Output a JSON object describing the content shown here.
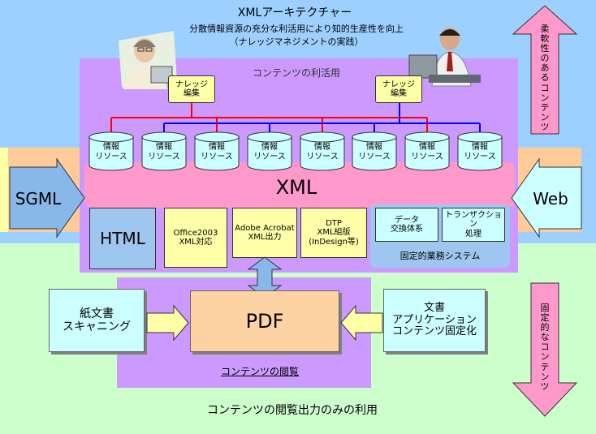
{
  "title": "XMLアーキテクチャー",
  "subtitle": "分散情報資源の充分な利活用により知的生産性を向上",
  "subtitle2": "（ナレッジマネジメントの実践）",
  "utilization_label": "コンテンツの利活用",
  "knowledge_editing": [
    "ナレッジ\n編集",
    "ナレッジ\n編集"
  ],
  "info_resources": [
    "情報\nリソース",
    "情報\nリソース",
    "情報\nリソース",
    "情報\nリソース",
    "情報\nリソース",
    "情報\nリソース",
    "情報\nリソース",
    "情報\nリソース"
  ],
  "xml_label": "XML",
  "sgml_label": "SGML",
  "web_label": "Web",
  "outputs": {
    "html": "HTML",
    "office": "Office2003\nXML対応",
    "acrobat": "Adobe Acrobat\nXML出力",
    "dtp": "DTP\nXML組版\n(InDesign等)",
    "data_exchange": "データ\n交換体系",
    "transaction": "トランザクション\n処理"
  },
  "fixed_business": "固定的業務システム",
  "pdf_label": "PDF",
  "paper_scan": "紙文書\nスキャニング",
  "doc_app": "文書\nアプリケーション\nコンテンツ固定化",
  "viewing_label": "コンテンツの閲覧",
  "bottom_label": "コンテンツの閲覧出力のみの利用",
  "flexible_label": "柔\n軟\n性\nの\nあ\nる\nコ\nン\nテ\nン\nツ",
  "fixed_label": "固\n定\n的\nな\nコ\nン\nテ\nン\nツ",
  "colors": {
    "sky": "#9ed0ff",
    "green": "#ccffcc",
    "purple": "#cc99ff",
    "pink": "#ff99cc",
    "orange": "#ffcc99",
    "yellow": "#ffffa8",
    "blue_box": "#9ec6ee",
    "cyan": "#ccffff",
    "peach": "#fdd3a3",
    "red_line": "#ff0000",
    "blue_line": "#0000ff"
  }
}
